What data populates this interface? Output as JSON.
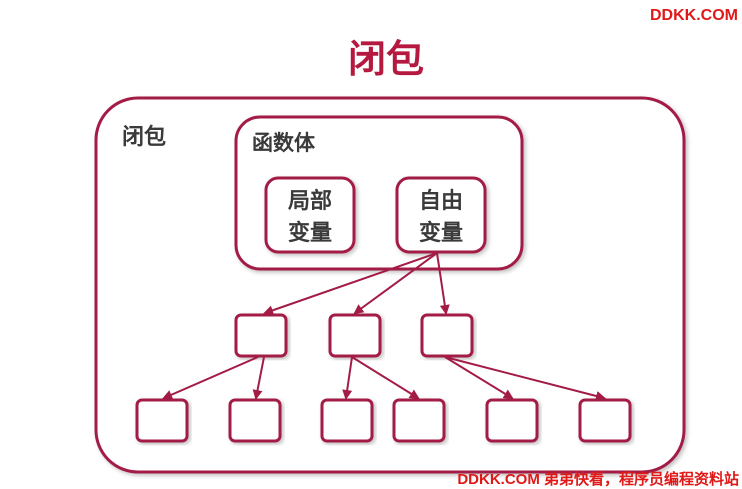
{
  "watermark_top": "DDKK.COM",
  "watermark_bottom": "DDKK.COM 弟弟快看，程序员编程资料站",
  "title": "闭包",
  "closure_label": "闭包",
  "function_body_label": "函数体",
  "local_variable": {
    "line1": "局部",
    "line2": "变量"
  },
  "free_variable": {
    "line1": "自由",
    "line2": "变量"
  },
  "colors": {
    "accent": "#a31c45",
    "title": "#b5193f",
    "watermark": "#e01818",
    "text": "#3a3a3a"
  }
}
